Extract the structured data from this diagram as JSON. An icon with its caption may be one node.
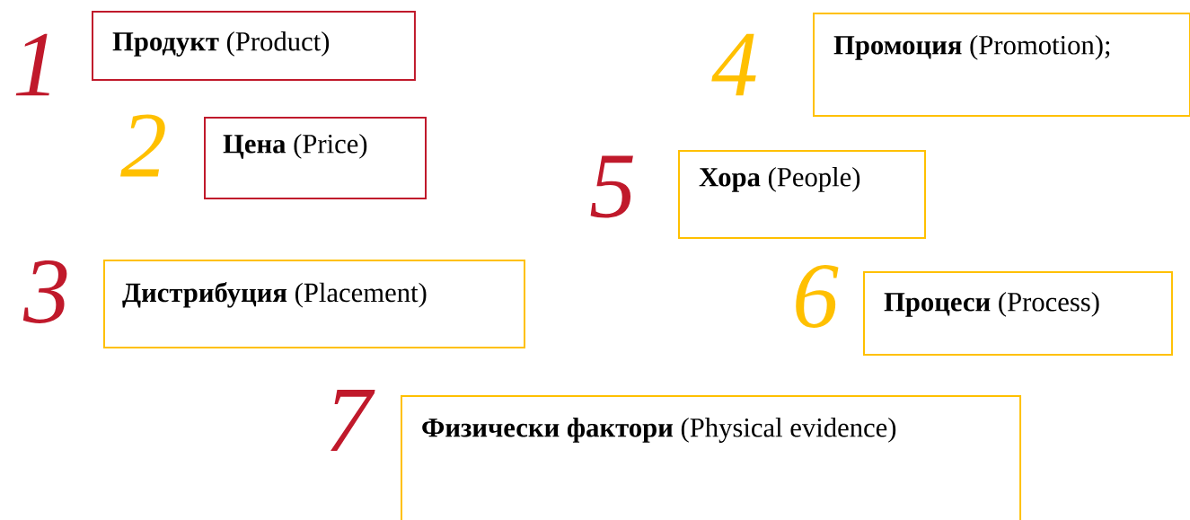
{
  "diagram": {
    "nodes": [
      {
        "text": [
          "**Продукт** (Product)"
        ],
        "beside": [
          "1"
        ]
      },
      {
        "text": [
          "**Цена** (Price)"
        ],
        "beside": [
          "2"
        ]
      },
      {
        "text": [
          "**Дистрибуция** (Placement)"
        ],
        "beside": [
          "3"
        ]
      },
      {
        "text": [
          "**Промоция** (Promotion);"
        ],
        "beside": [
          "4"
        ]
      },
      {
        "text": [
          "**Хора** (People)"
        ],
        "beside": [
          "5"
        ]
      },
      {
        "text": [
          "**Процеси** (Process)"
        ],
        "beside": [
          "6"
        ]
      },
      {
        "text": [
          "**Физически фактори** (Physical evidence)"
        ],
        "beside": [
          "7"
        ]
      }
    ]
  }
}
